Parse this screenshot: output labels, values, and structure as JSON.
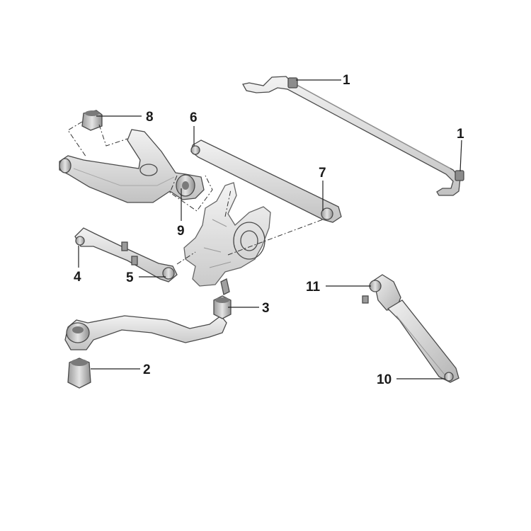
{
  "callouts": [
    {
      "label": "1",
      "part": "stabilizer-bar-bushing-right"
    },
    {
      "label": "1",
      "part": "stabilizer-bar-bushing-left"
    },
    {
      "label": "2",
      "part": "lower-arm-bushing"
    },
    {
      "label": "3",
      "part": "lower-arm-outer-bushing"
    },
    {
      "label": "4",
      "part": "toe-link-inner-bushing"
    },
    {
      "label": "5",
      "part": "toe-link-outer-bushing"
    },
    {
      "label": "6",
      "part": "trailing-link-front-bushing"
    },
    {
      "label": "7",
      "part": "trailing-link-rear-bushing"
    },
    {
      "label": "8",
      "part": "upper-arm-bushing"
    },
    {
      "label": "9",
      "part": "upper-arm-outer-bushing"
    },
    {
      "label": "10",
      "part": "shock-absorber-lower-bushing"
    },
    {
      "label": "11",
      "part": "shock-absorber-upper-mount"
    }
  ],
  "colors": {
    "part_fill": "#e2e2e2",
    "part_shade": "#c4c4c4",
    "bushing_fill": "#bdbdbd",
    "outline": "#4a4a4a",
    "text": "#1a1a1a"
  }
}
